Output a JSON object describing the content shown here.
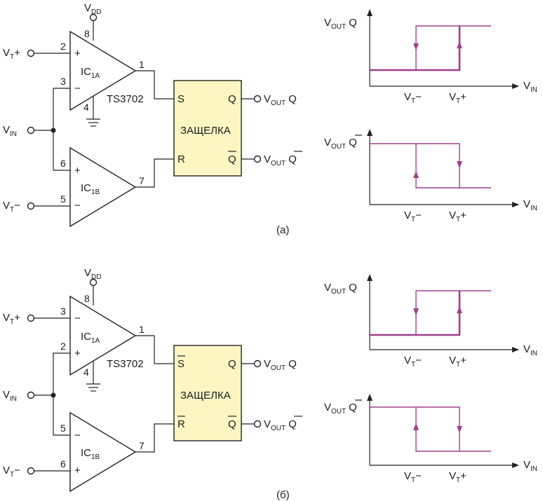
{
  "diagram_a": {
    "caption": "(a)",
    "vdd": "V",
    "vdd_sub": "DD",
    "vtp": "V",
    "vtp_sub": "T",
    "vtp_sign": "+",
    "vin": "V",
    "vin_sub": "IN",
    "vtm": "V",
    "vtm_sub": "T",
    "vtm_sign": "−",
    "ic1": "IC",
    "ic1_sub": "1A",
    "ic2": "IC",
    "ic2_sub": "1B",
    "part": "TS3702",
    "latch_label": "ЗАЩЕЛКА",
    "latch_in_top": "S",
    "latch_in_bottom": "R",
    "latch_out_top": "Q",
    "latch_out_bottom": "Q",
    "pins": {
      "p8": "8",
      "p2": "2",
      "p3": "3",
      "p1": "1",
      "p4": "4",
      "p6": "6",
      "p5": "5",
      "p7": "7"
    },
    "opa_in_top": "+",
    "opa_in_bottom": "−",
    "opb_in_top": "+",
    "opb_in_bottom": "−",
    "out_q": "V",
    "out_q_sub": "OUT",
    "out_q_suffix": "Q",
    "out_qb": "V",
    "out_qb_sub": "OUT",
    "out_qb_suffix": "Q",
    "graph1_ylabel": "V",
    "graph1_ylabel_sub": "OUT",
    "graph1_ylabel_suffix": "Q",
    "graph2_ylabel": "V",
    "graph2_ylabel_sub": "OUT",
    "graph2_ylabel_suffix": "Q",
    "xlabel": "V",
    "xlabel_sub": "IN",
    "tick_lo": "V",
    "tick_lo_sub": "T",
    "tick_lo_sign": "−",
    "tick_hi": "V",
    "tick_hi_sub": "T",
    "tick_hi_sign": "+"
  },
  "diagram_b": {
    "caption": "(б)",
    "vdd": "V",
    "vdd_sub": "DD",
    "vtp": "V",
    "vtp_sub": "T",
    "vtp_sign": "+",
    "vin": "V",
    "vin_sub": "IN",
    "vtm": "V",
    "vtm_sub": "T",
    "vtm_sign": "−",
    "ic1": "IC",
    "ic1_sub": "1A",
    "ic2": "IC",
    "ic2_sub": "1B",
    "part": "TS3702",
    "latch_label": "ЗАЩЕЛКА",
    "latch_in_top": "S",
    "latch_in_bottom": "R",
    "latch_out_top": "Q",
    "latch_out_bottom": "Q",
    "pins": {
      "p8": "8",
      "p3": "3",
      "p2": "2",
      "p1": "1",
      "p4": "4",
      "p5": "5",
      "p6": "6",
      "p7": "7"
    },
    "opa_in_top": "−",
    "opa_in_bottom": "+",
    "opb_in_top": "−",
    "opb_in_bottom": "+",
    "out_q": "V",
    "out_q_sub": "OUT",
    "out_q_suffix": "Q",
    "out_qb": "V",
    "out_qb_sub": "OUT",
    "out_qb_suffix": "Q",
    "graph1_ylabel": "V",
    "graph1_ylabel_sub": "OUT",
    "graph1_ylabel_suffix": "Q",
    "graph2_ylabel": "V",
    "graph2_ylabel_sub": "OUT",
    "graph2_ylabel_suffix": "Q",
    "xlabel": "V",
    "xlabel_sub": "IN",
    "tick_lo": "V",
    "tick_lo_sub": "T",
    "tick_lo_sign": "−",
    "tick_hi": "V",
    "tick_hi_sub": "T",
    "tick_hi_sign": "+"
  },
  "colors": {
    "curve": "#a03f8e",
    "latch_fill": "#fdf6c3",
    "line": "#222222"
  }
}
